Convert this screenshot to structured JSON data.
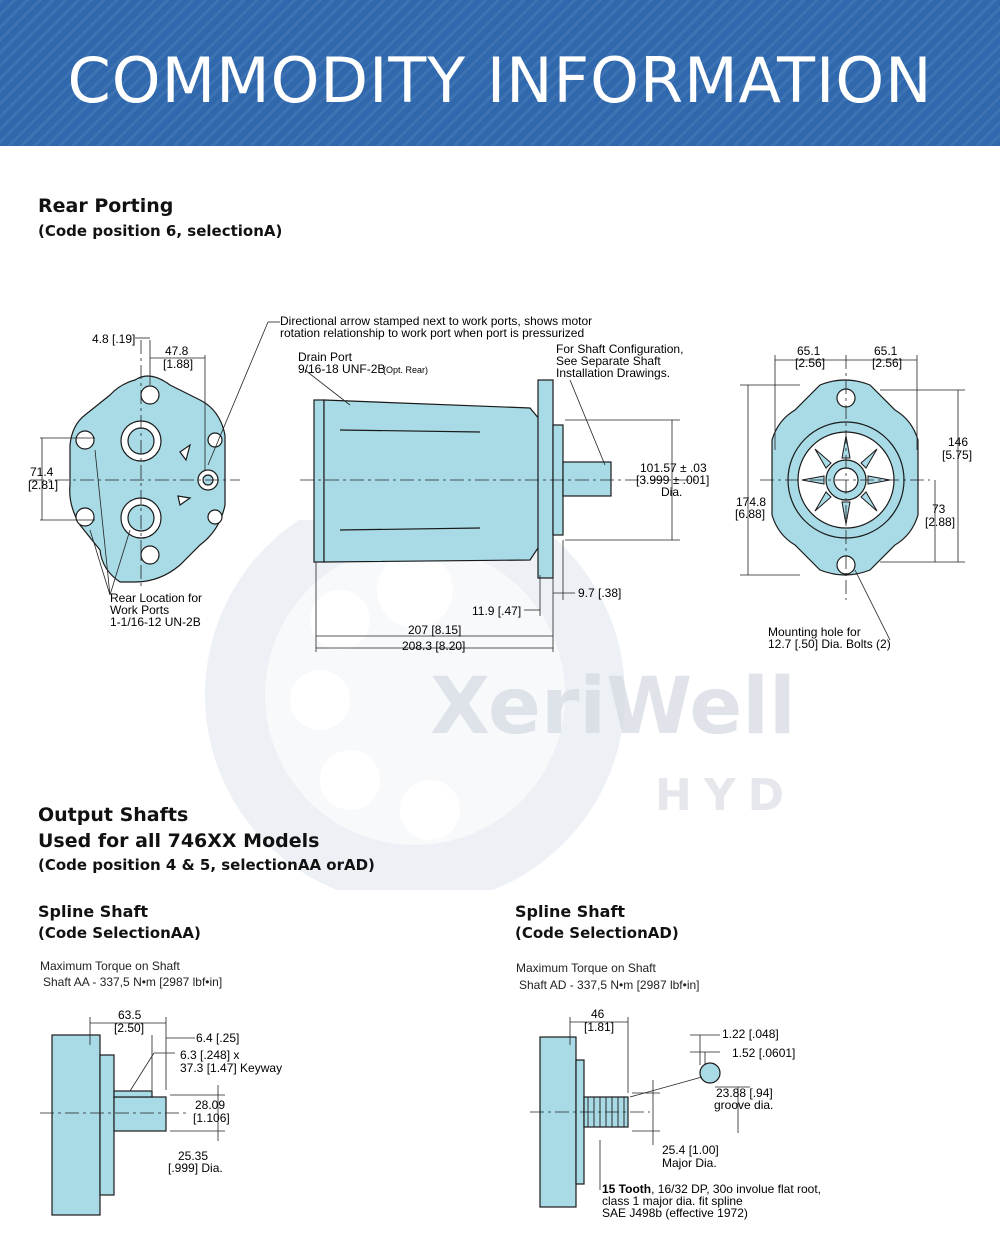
{
  "banner": {
    "title": "COMMODITY INFORMATION"
  },
  "watermark": {
    "brand": "XeriWell",
    "sub": "HYD"
  },
  "rear_porting": {
    "title": "Rear Porting",
    "subtitle": "(Code position 6, selectionA)",
    "labels": {
      "dim_4_8": "4.8 [.19]",
      "dim_47_8": "47.8",
      "dim_1_88": "[1.88]",
      "dim_71_4": "71.4",
      "dim_2_81": "[2.81]",
      "rear_location_1": "Rear Location for",
      "rear_location_2": "Work Ports",
      "rear_location_3": "1-1/16-12 UN-2B",
      "arrow_note_1": "Directional arrow stamped next to work ports, shows motor",
      "arrow_note_2": "rotation relationship to work port when port is pressurized",
      "drain_1": "Drain Port",
      "drain_2": "9/16-18 UNF-2B",
      "drain_3": "(Opt. Rear)",
      "shaft_cfg_1": "For Shaft Configuration,",
      "shaft_cfg_2": "See Separate Shaft",
      "shaft_cfg_3": "Installation Drawings.",
      "dim_101_57": "101.57 ± .03",
      "dim_3_999": "[3.999 ± .001]",
      "dia": "Dia.",
      "dim_9_7": "9.7 [.38]",
      "dim_11_9": "11.9 [.47]",
      "dim_207": "207 [8.15]",
      "dim_208_3": "208.3 [8.20]",
      "dim_65_1a": "65.1",
      "dim_2_56a": "[2.56]",
      "dim_65_1b": "65.1",
      "dim_2_56b": "[2.56]",
      "dim_146": "146",
      "dim_5_75": "[5.75]",
      "dim_174_8": "174.8",
      "dim_6_88": "[6.88]",
      "dim_73": "73",
      "dim_2_88": "[2.88]",
      "mount_1": "Mounting hole for",
      "mount_2": "12.7 [.50] Dia. Bolts (2)"
    }
  },
  "output_shafts": {
    "title": "Output  Shafts",
    "subtitle": "Used for all 746XX Models",
    "code": "(Code position 4 & 5, selectionAA orAD)"
  },
  "spline_aa": {
    "title": "Spline Shaft",
    "code": "(Code SelectionAA)",
    "torque_1": "Maximum Torque on Shaft",
    "torque_2": "Shaft AA - 337,5 N•m [2987 lbf•in]",
    "labels": {
      "dim_63_5": "63.5",
      "dim_2_50": "[2.50]",
      "dim_6_4": "6.4 [.25]",
      "keyway_1": "6.3 [.248] x",
      "keyway_2": "37.3 [1.47] Keyway",
      "dim_28_09": "28.09",
      "dim_1_106": "[1.106]",
      "dim_25_35": "25.35",
      "dim_999": "[.999] Dia."
    }
  },
  "spline_ad": {
    "title": "Spline Shaft",
    "code": "(Code SelectionAD)",
    "torque_1": "Maximum Torque on Shaft",
    "torque_2": "Shaft AD - 337,5 N•m [2987 lbf•in]",
    "labels": {
      "dim_46": "46",
      "dim_1_81": "[1.81]",
      "dim_1_22": "1.22 [.048]",
      "dim_1_52": "1.52 [.0601]",
      "dim_23_88": "23.88 [.94]",
      "groove": "groove dia.",
      "dim_25_4": "25.4 [1.00]",
      "major": "Major Dia.",
      "tooth_bold": "15 Tooth",
      "tooth_rest": ", 16/32 DP, 30o involue flat root,",
      "tooth_2": "class 1 major dia. fit spline",
      "tooth_3": "SAE J498b (effective 1972)"
    }
  },
  "colors": {
    "banner": "#2f68ad",
    "part_fill": "#a9dbe6",
    "part_stroke": "#1a1a1a"
  }
}
